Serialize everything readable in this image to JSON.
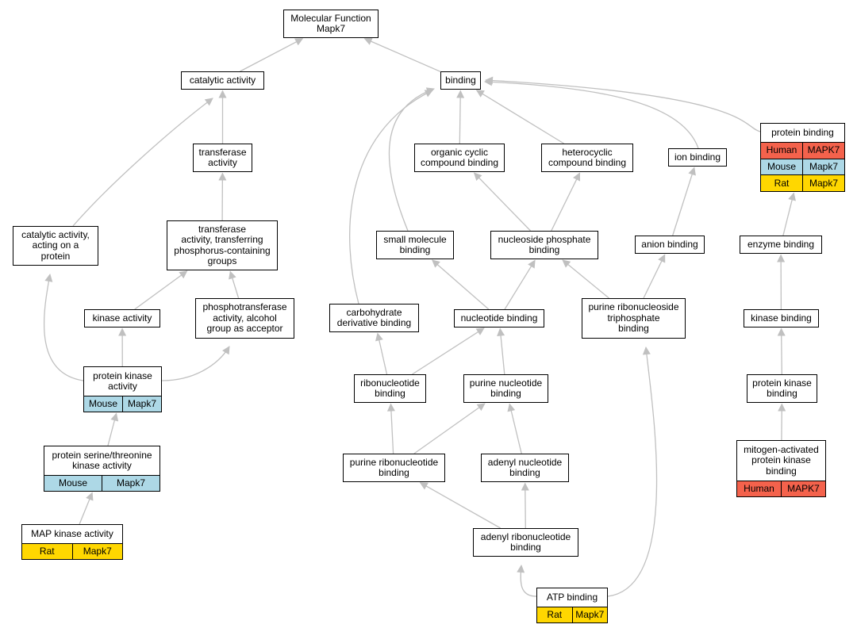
{
  "diagram": {
    "species_colors": {
      "Human": "#f4624c",
      "Mouse": "#add8e6",
      "Rat": "#ffd700"
    },
    "nodes": [
      {
        "id": "mf",
        "label": "Molecular Function\nMapk7"
      },
      {
        "id": "catalytic",
        "label": "catalytic activity"
      },
      {
        "id": "binding",
        "label": "binding"
      },
      {
        "id": "transferase",
        "label": "transferase\nactivity"
      },
      {
        "id": "protein_binding",
        "label": "protein binding",
        "rows": [
          {
            "species": "Human",
            "gene": "MAPK7"
          },
          {
            "species": "Mouse",
            "gene": "Mapk7"
          },
          {
            "species": "Rat",
            "gene": "Mapk7"
          }
        ]
      },
      {
        "id": "organic_cyclic",
        "label": "organic cyclic\ncompound binding"
      },
      {
        "id": "heterocyclic",
        "label": "heterocyclic\ncompound binding"
      },
      {
        "id": "ion_binding",
        "label": "ion binding"
      },
      {
        "id": "catalytic_protein",
        "label": "catalytic activity,\nacting on a\nprotein"
      },
      {
        "id": "transferase_p",
        "label": "transferase\nactivity, transferring\nphosphorus-containing\ngroups"
      },
      {
        "id": "small_molecule",
        "label": "small molecule\nbinding"
      },
      {
        "id": "nucleoside_phosphate",
        "label": "nucleoside phosphate\nbinding"
      },
      {
        "id": "anion_binding",
        "label": "anion binding"
      },
      {
        "id": "enzyme_binding",
        "label": "enzyme binding"
      },
      {
        "id": "kinase_activity",
        "label": "kinase activity"
      },
      {
        "id": "phosphotransferase",
        "label": "phosphotransferase\nactivity, alcohol\ngroup as acceptor"
      },
      {
        "id": "carbohydrate",
        "label": "carbohydrate\nderivative binding"
      },
      {
        "id": "nucleotide_binding",
        "label": "nucleotide binding"
      },
      {
        "id": "purine_ribonucleoside_tp",
        "label": "purine ribonucleoside\ntriphosphate\nbinding"
      },
      {
        "id": "kinase_binding",
        "label": "kinase binding"
      },
      {
        "id": "protein_kinase_activity",
        "label": "protein kinase\nactivity",
        "rows": [
          {
            "species": "Mouse",
            "gene": "Mapk7"
          }
        ]
      },
      {
        "id": "ribonucleotide",
        "label": "ribonucleotide\nbinding"
      },
      {
        "id": "purine_nucleotide",
        "label": "purine nucleotide\nbinding"
      },
      {
        "id": "protein_kinase_binding",
        "label": "protein kinase\nbinding"
      },
      {
        "id": "ser_thr_kinase",
        "label": "protein serine/threonine\nkinase activity",
        "rows": [
          {
            "species": "Mouse",
            "gene": "Mapk7"
          }
        ]
      },
      {
        "id": "purine_ribonucleotide",
        "label": "purine ribonucleotide\nbinding"
      },
      {
        "id": "adenyl_nucleotide",
        "label": "adenyl nucleotide\nbinding"
      },
      {
        "id": "mapk_binding",
        "label": "mitogen-activated\nprotein kinase\nbinding",
        "rows": [
          {
            "species": "Human",
            "gene": "MAPK7"
          }
        ]
      },
      {
        "id": "map_kinase_activity",
        "label": "MAP kinase activity",
        "rows": [
          {
            "species": "Rat",
            "gene": "Mapk7"
          }
        ]
      },
      {
        "id": "adenyl_ribonucleotide",
        "label": "adenyl ribonucleotide\nbinding"
      },
      {
        "id": "atp_binding",
        "label": "ATP binding",
        "rows": [
          {
            "species": "Rat",
            "gene": "Mapk7"
          }
        ]
      }
    ],
    "edges": [
      {
        "from": "catalytic",
        "to": "mf"
      },
      {
        "from": "binding",
        "to": "mf"
      },
      {
        "from": "transferase",
        "to": "catalytic"
      },
      {
        "from": "catalytic_protein",
        "to": "catalytic"
      },
      {
        "from": "transferase_p",
        "to": "transferase"
      },
      {
        "from": "kinase_activity",
        "to": "transferase_p"
      },
      {
        "from": "phosphotransferase",
        "to": "transferase_p"
      },
      {
        "from": "protein_kinase_activity",
        "to": "kinase_activity"
      },
      {
        "from": "protein_kinase_activity",
        "to": "catalytic_protein"
      },
      {
        "from": "protein_kinase_activity",
        "to": "phosphotransferase"
      },
      {
        "from": "ser_thr_kinase",
        "to": "protein_kinase_activity"
      },
      {
        "from": "map_kinase_activity",
        "to": "ser_thr_kinase"
      },
      {
        "from": "organic_cyclic",
        "to": "binding"
      },
      {
        "from": "heterocyclic",
        "to": "binding"
      },
      {
        "from": "ion_binding",
        "to": "binding"
      },
      {
        "from": "protein_binding",
        "to": "binding"
      },
      {
        "from": "small_molecule",
        "to": "binding"
      },
      {
        "from": "carbohydrate",
        "to": "binding"
      },
      {
        "from": "nucleoside_phosphate",
        "to": "organic_cyclic"
      },
      {
        "from": "nucleoside_phosphate",
        "to": "heterocyclic"
      },
      {
        "from": "nucleotide_binding",
        "to": "small_molecule"
      },
      {
        "from": "nucleotide_binding",
        "to": "nucleoside_phosphate"
      },
      {
        "from": "purine_ribonucleoside_tp",
        "to": "nucleoside_phosphate"
      },
      {
        "from": "purine_ribonucleoside_tp",
        "to": "anion_binding"
      },
      {
        "from": "anion_binding",
        "to": "ion_binding"
      },
      {
        "from": "ribonucleotide",
        "to": "carbohydrate"
      },
      {
        "from": "ribonucleotide",
        "to": "nucleotide_binding"
      },
      {
        "from": "purine_nucleotide",
        "to": "nucleotide_binding"
      },
      {
        "from": "purine_ribonucleotide",
        "to": "ribonucleotide"
      },
      {
        "from": "purine_ribonucleotide",
        "to": "purine_nucleotide"
      },
      {
        "from": "adenyl_nucleotide",
        "to": "purine_nucleotide"
      },
      {
        "from": "adenyl_ribonucleotide",
        "to": "purine_ribonucleotide"
      },
      {
        "from": "adenyl_ribonucleotide",
        "to": "adenyl_nucleotide"
      },
      {
        "from": "atp_binding",
        "to": "adenyl_ribonucleotide"
      },
      {
        "from": "atp_binding",
        "to": "purine_ribonucleoside_tp"
      },
      {
        "from": "enzyme_binding",
        "to": "protein_binding"
      },
      {
        "from": "kinase_binding",
        "to": "enzyme_binding"
      },
      {
        "from": "protein_kinase_binding",
        "to": "kinase_binding"
      },
      {
        "from": "mapk_binding",
        "to": "protein_kinase_binding"
      }
    ]
  }
}
